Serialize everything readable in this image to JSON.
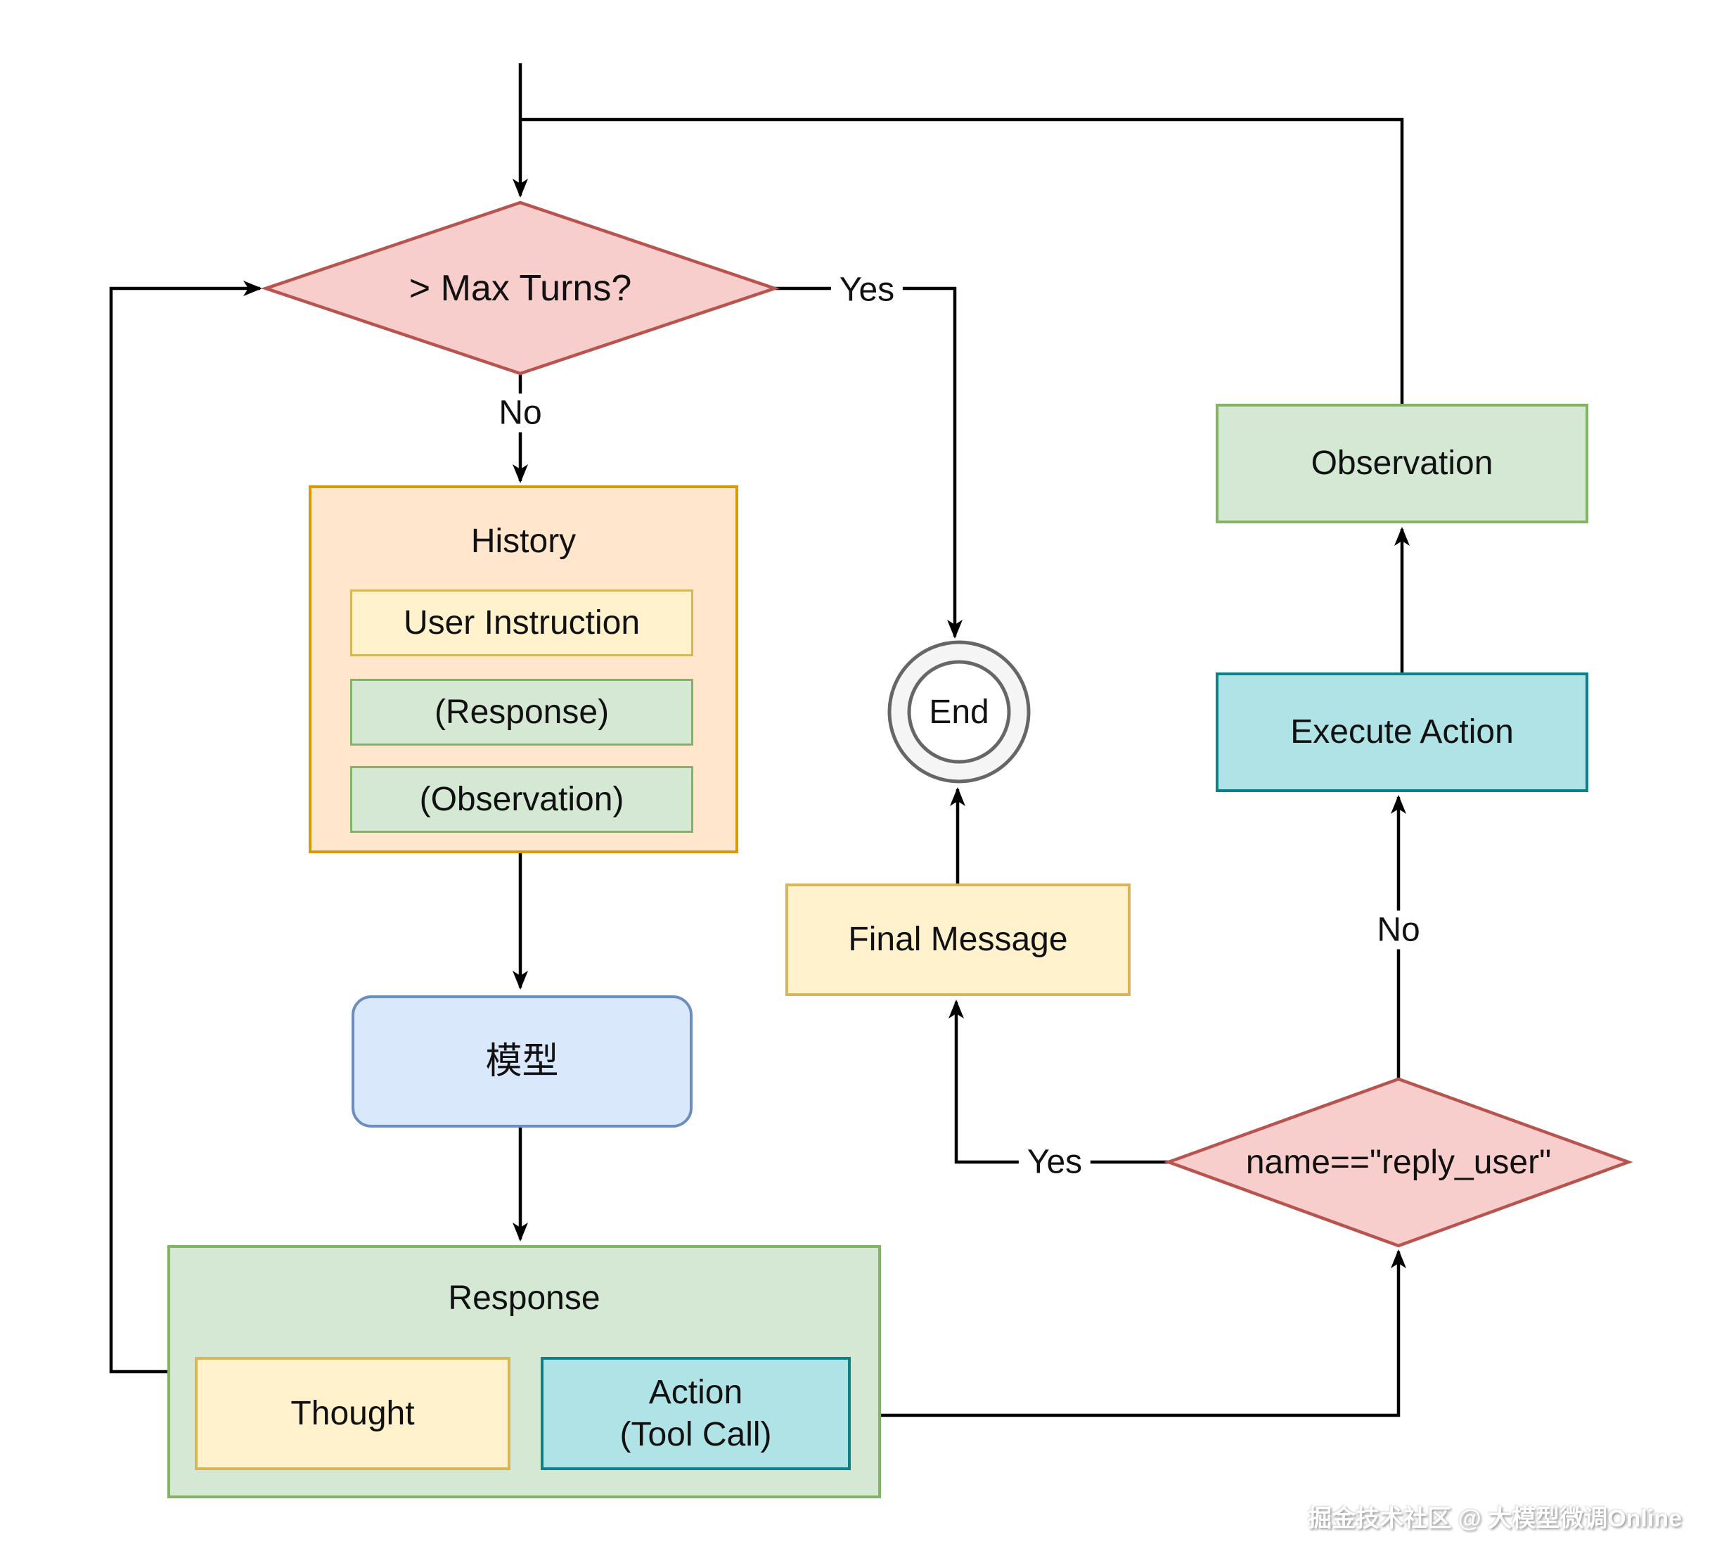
{
  "nodes": {
    "max_turns": {
      "label": "> Max Turns?"
    },
    "history": {
      "title": "History",
      "items": [
        "User Instruction",
        "(Response)",
        "(Observation)"
      ]
    },
    "model": {
      "label": "模型"
    },
    "response": {
      "title": "Response",
      "thought": "Thought",
      "action_line1": "Action",
      "action_line2": "(Tool Call)"
    },
    "reply_user": {
      "label": "name==\"reply_user\""
    },
    "final_message": {
      "label": "Final Message"
    },
    "end": {
      "label": "End"
    },
    "observation": {
      "label": "Observation"
    },
    "execute_action": {
      "label": "Execute Action"
    }
  },
  "edges": {
    "max_turns_yes": "Yes",
    "max_turns_no": "No",
    "reply_user_yes": "Yes",
    "reply_user_no": "No"
  },
  "watermark": "掘金技术社区 @ 大模型微调Online",
  "colors": {
    "decision_fill": "#f8cecc",
    "decision_stroke": "#b85450",
    "container_fill": "#ffe6cc",
    "container_stroke": "#d79b00",
    "note_fill": "#fff2cc",
    "note_stroke": "#d6b656",
    "green_fill": "#d5e8d4",
    "green_stroke": "#82b366",
    "teal_fill": "#b0e3e6",
    "teal_stroke": "#0e8088",
    "model_fill": "#dae8fc",
    "model_stroke": "#6c8ebf",
    "end_fill": "#f5f5f5",
    "end_stroke": "#666666",
    "line": "#000000"
  }
}
